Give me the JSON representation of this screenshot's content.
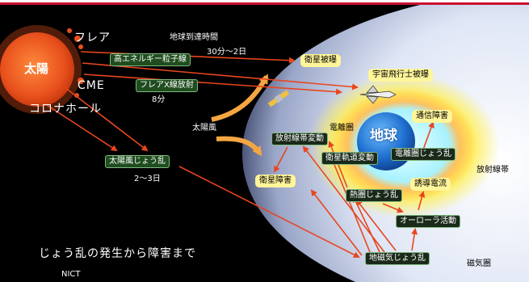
{
  "sun": {
    "label": "太陽",
    "fill": "#e8501c"
  },
  "earth": {
    "label": "地球",
    "fill": "#2e7fd6"
  },
  "labels": {
    "flare": "フレア",
    "cme": "CME",
    "coronal_hole": "コロナホール",
    "arrival_time": "地球到達時間",
    "t_30min_2d": "30分～2日",
    "t_8min": "8分",
    "solar_wind": "太陽風",
    "t_2_3d": "2～3日",
    "ionosphere": "電離圏",
    "radiation_belt": "放射線帯",
    "magnetosphere": "磁気圏",
    "footer_title": "じょう乱の発生から障害まで",
    "footer_source": "NICT"
  },
  "boxes": {
    "high_energy_particles": "高エネルギー粒子線",
    "flare_xray": "フレアX線放射",
    "solar_wind_disturbance": "太陽風じょう乱",
    "satellite_exposure": "衛星被曝",
    "astronaut_exposure": "宇宙飛行士被曝",
    "comm_failure": "通信障害",
    "radiation_belt_variation": "放射線帯変動",
    "satellite_orbit_variation": "衛星軌道変動",
    "ionosphere_disturbance": "電離圏じょう乱",
    "satellite_failure": "衛星障害",
    "thermosphere_disturbance": "熱圏じょう乱",
    "induced_current": "誘導電流",
    "aurora_activity": "オーローラ活動",
    "geomagnetic_disturbance": "地磁気じょう乱"
  },
  "colors": {
    "arrow": "#e8461e",
    "flow_arrow": "#f5a642",
    "accent_red": "#c8102e",
    "box_green": "#1f4d1f",
    "box_yellow": "#fff59a"
  }
}
